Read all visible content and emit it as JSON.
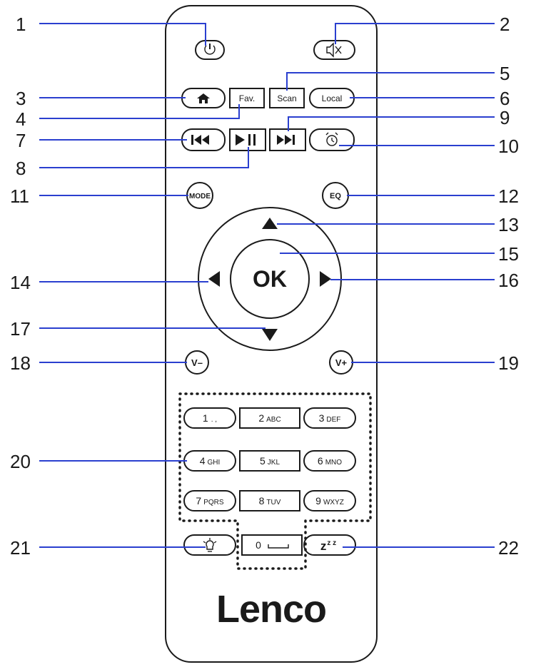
{
  "callouts": [
    "1",
    "2",
    "3",
    "4",
    "5",
    "6",
    "7",
    "8",
    "9",
    "10",
    "11",
    "12",
    "13",
    "14",
    "15",
    "16",
    "17",
    "18",
    "19",
    "20",
    "21",
    "22"
  ],
  "buttons": {
    "fav": "Fav.",
    "scan": "Scan",
    "local": "Local",
    "mode": "MODE",
    "eq": "EQ",
    "ok": "OK",
    "vol_down": "V–",
    "vol_up": "V+",
    "sleep": "z",
    "sleep_sup": "z z"
  },
  "keypad": [
    {
      "num": "1",
      "letters": ". ,"
    },
    {
      "num": "2",
      "letters": "ABC"
    },
    {
      "num": "3",
      "letters": "DEF"
    },
    {
      "num": "4",
      "letters": "GHI"
    },
    {
      "num": "5",
      "letters": "JKL"
    },
    {
      "num": "6",
      "letters": "MNO"
    },
    {
      "num": "7",
      "letters": "PQRS"
    },
    {
      "num": "8",
      "letters": "TUV"
    },
    {
      "num": "9",
      "letters": "WXYZ"
    }
  ],
  "zero_key": {
    "num": "0"
  },
  "brand": "Lenco"
}
